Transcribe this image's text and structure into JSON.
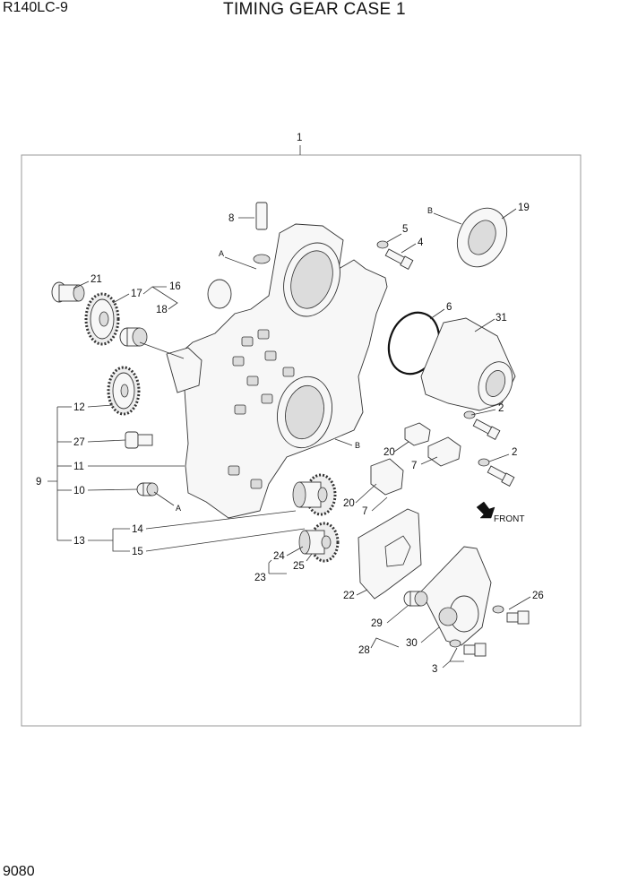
{
  "header": {
    "model": "R140LC-9",
    "title": "TIMING GEAR CASE 1"
  },
  "footer": {
    "page_number": "9080"
  },
  "diagram": {
    "assembly_label": "1",
    "front_label": "FRONT",
    "ref_marks": [
      "A",
      "B"
    ],
    "callouts": {
      "c2a": "2",
      "c2b": "2",
      "c3": "3",
      "c4": "4",
      "c5": "5",
      "c6": "6",
      "c7a": "7",
      "c7b": "7",
      "c8": "8",
      "c9": "9",
      "c10": "10",
      "c11": "11",
      "c12": "12",
      "c13": "13",
      "c14": "14",
      "c15": "15",
      "c16": "16",
      "c17": "17",
      "c18": "18",
      "c19": "19",
      "c20a": "20",
      "c20b": "20",
      "c21": "21",
      "c22": "22",
      "c23": "23",
      "c24": "24",
      "c25": "25",
      "c26": "26",
      "c27": "27",
      "c28": "28",
      "c29": "29",
      "c30": "30",
      "c31": "31"
    }
  }
}
